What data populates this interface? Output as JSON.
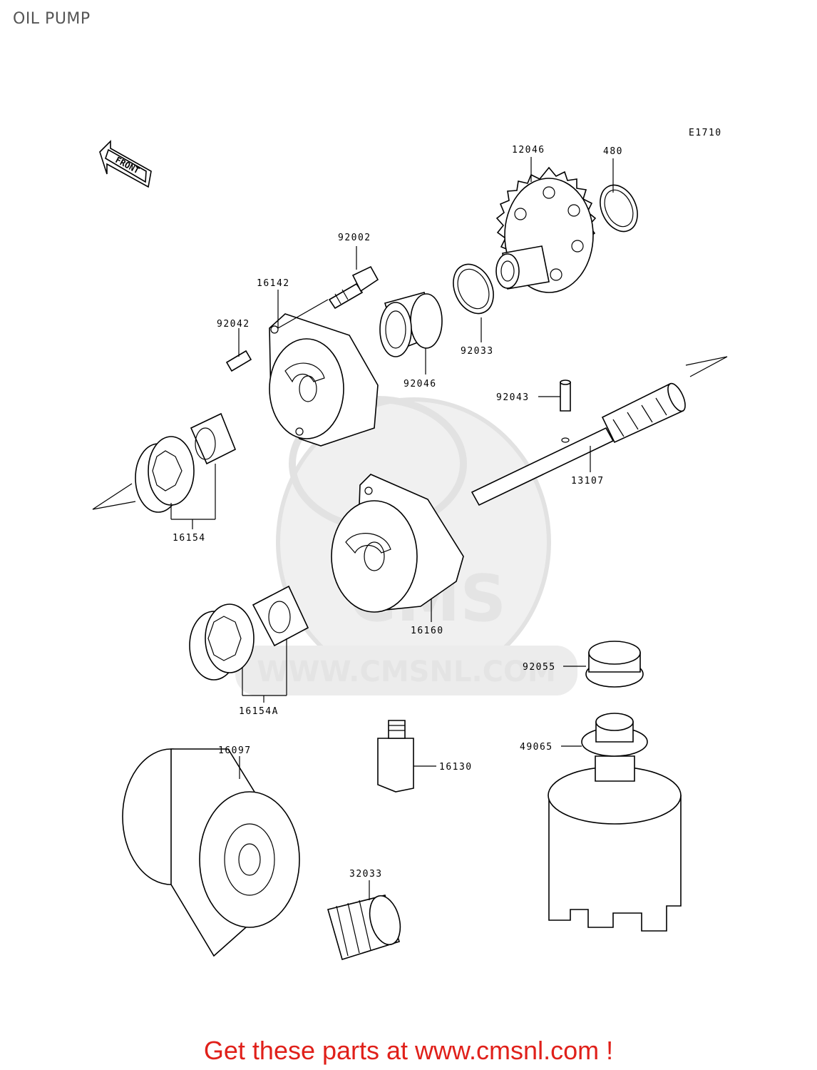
{
  "page": {
    "title": "OIL PUMP",
    "figure_code": "E1710"
  },
  "front_arrow": {
    "label": "FRONT"
  },
  "watermark": {
    "brand": "CMS",
    "url": "WWW.CMSNL.COM"
  },
  "parts": [
    {
      "number": "12046"
    },
    {
      "number": "480"
    },
    {
      "number": "92002"
    },
    {
      "number": "16142"
    },
    {
      "number": "92042"
    },
    {
      "number": "92033"
    },
    {
      "number": "92046"
    },
    {
      "number": "92043"
    },
    {
      "number": "13107"
    },
    {
      "number": "16154"
    },
    {
      "number": "16160"
    },
    {
      "number": "92055"
    },
    {
      "number": "16154A"
    },
    {
      "number": "16097"
    },
    {
      "number": "16130"
    },
    {
      "number": "49065"
    },
    {
      "number": "32033"
    }
  ],
  "footer": {
    "text": "Get these parts at www.cmsnl.com !"
  },
  "colors": {
    "footer": "#e0201a",
    "title": "#555555",
    "watermark": "#e4e4e4"
  }
}
